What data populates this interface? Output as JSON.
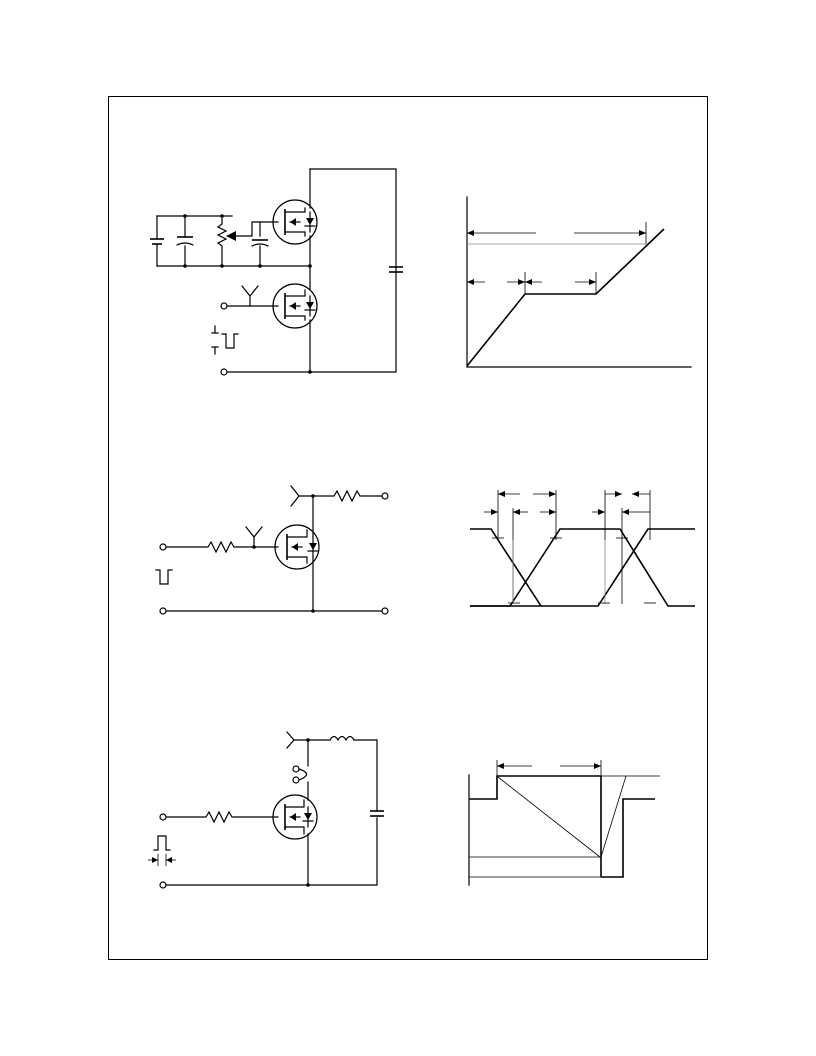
{
  "page": {
    "background": "#ffffff",
    "line_color": "#000000"
  },
  "figures": [
    {
      "id": "gate-charge-test-circuit",
      "type": "schematic"
    },
    {
      "id": "gate-charge-waveform",
      "type": "waveform"
    },
    {
      "id": "resistive-switching-test-circuit",
      "type": "schematic"
    },
    {
      "id": "resistive-switching-waveform",
      "type": "waveform"
    },
    {
      "id": "unclamped-inductive-test-circuit",
      "type": "schematic"
    },
    {
      "id": "unclamped-inductive-waveform",
      "type": "waveform"
    }
  ]
}
